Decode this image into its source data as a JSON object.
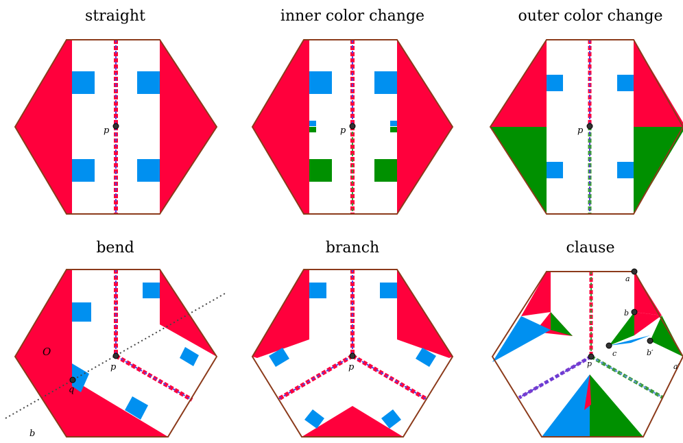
{
  "colors": {
    "red": "#ff003c",
    "blue": "#0090f0",
    "green": "#009000",
    "border": "#8b3a1a",
    "purple": "#7a3ccf"
  },
  "panels": {
    "straight": {
      "title": "straight",
      "p": "p"
    },
    "inner": {
      "title": "inner color change",
      "p": "p"
    },
    "outer": {
      "title": "outer color change",
      "p": "p"
    },
    "bend": {
      "title": "bend",
      "p": "p",
      "q": "q",
      "O": "O",
      "b": "b"
    },
    "branch": {
      "title": "branch",
      "p": "p"
    },
    "clause": {
      "title": "clause",
      "p": "p",
      "a": "a",
      "b": "b",
      "c": "c",
      "b_prime": "b′",
      "a_prime": "a′"
    }
  }
}
